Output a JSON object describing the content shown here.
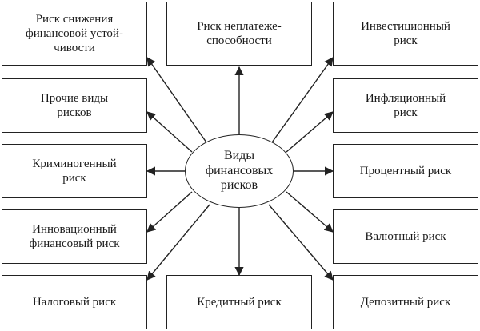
{
  "center": {
    "label": "Виды\nфинансовых\nрисков"
  },
  "boxes": {
    "top_left": "Риск снижения\nфинансовой устой-\nчивости",
    "top_center": "Риск неплатеже-\nспособности",
    "top_right": "Инвестиционный\nриск",
    "left_2": "Прочие виды\nрисков",
    "left_3": "Криминогенный\nриск",
    "left_4": "Инновационный\nфинансовый риск",
    "bottom_left": "Налоговый риск",
    "bottom_center": "Кредитный риск",
    "bottom_right": "Депозитный риск",
    "right_2": "Инфляционный\nриск",
    "right_3": "Процентный риск",
    "right_4": "Валютный риск"
  }
}
